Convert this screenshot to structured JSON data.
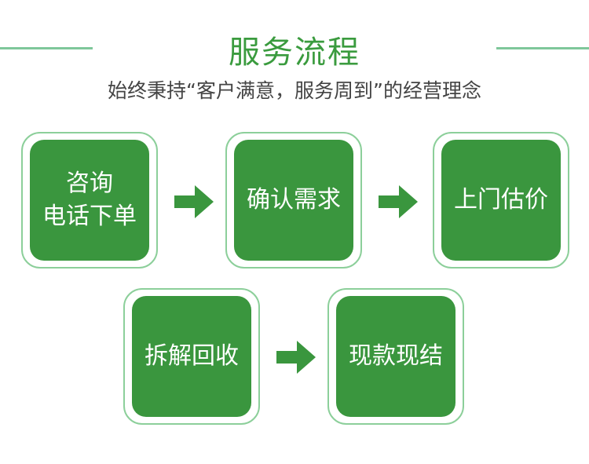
{
  "title": "服务流程",
  "subtitle": "始终秉持“客户满意，服务周到”的经营理念",
  "steps": [
    {
      "line1": "咨询",
      "line2": "电话下单"
    },
    {
      "line1": "确认需求"
    },
    {
      "line1": "上门估价"
    },
    {
      "line1": "拆解回收"
    },
    {
      "line1": "现款现结"
    }
  ],
  "colors": {
    "accent": "#3a963e",
    "border": "#8ccf9a",
    "line": "#7fc79a"
  }
}
